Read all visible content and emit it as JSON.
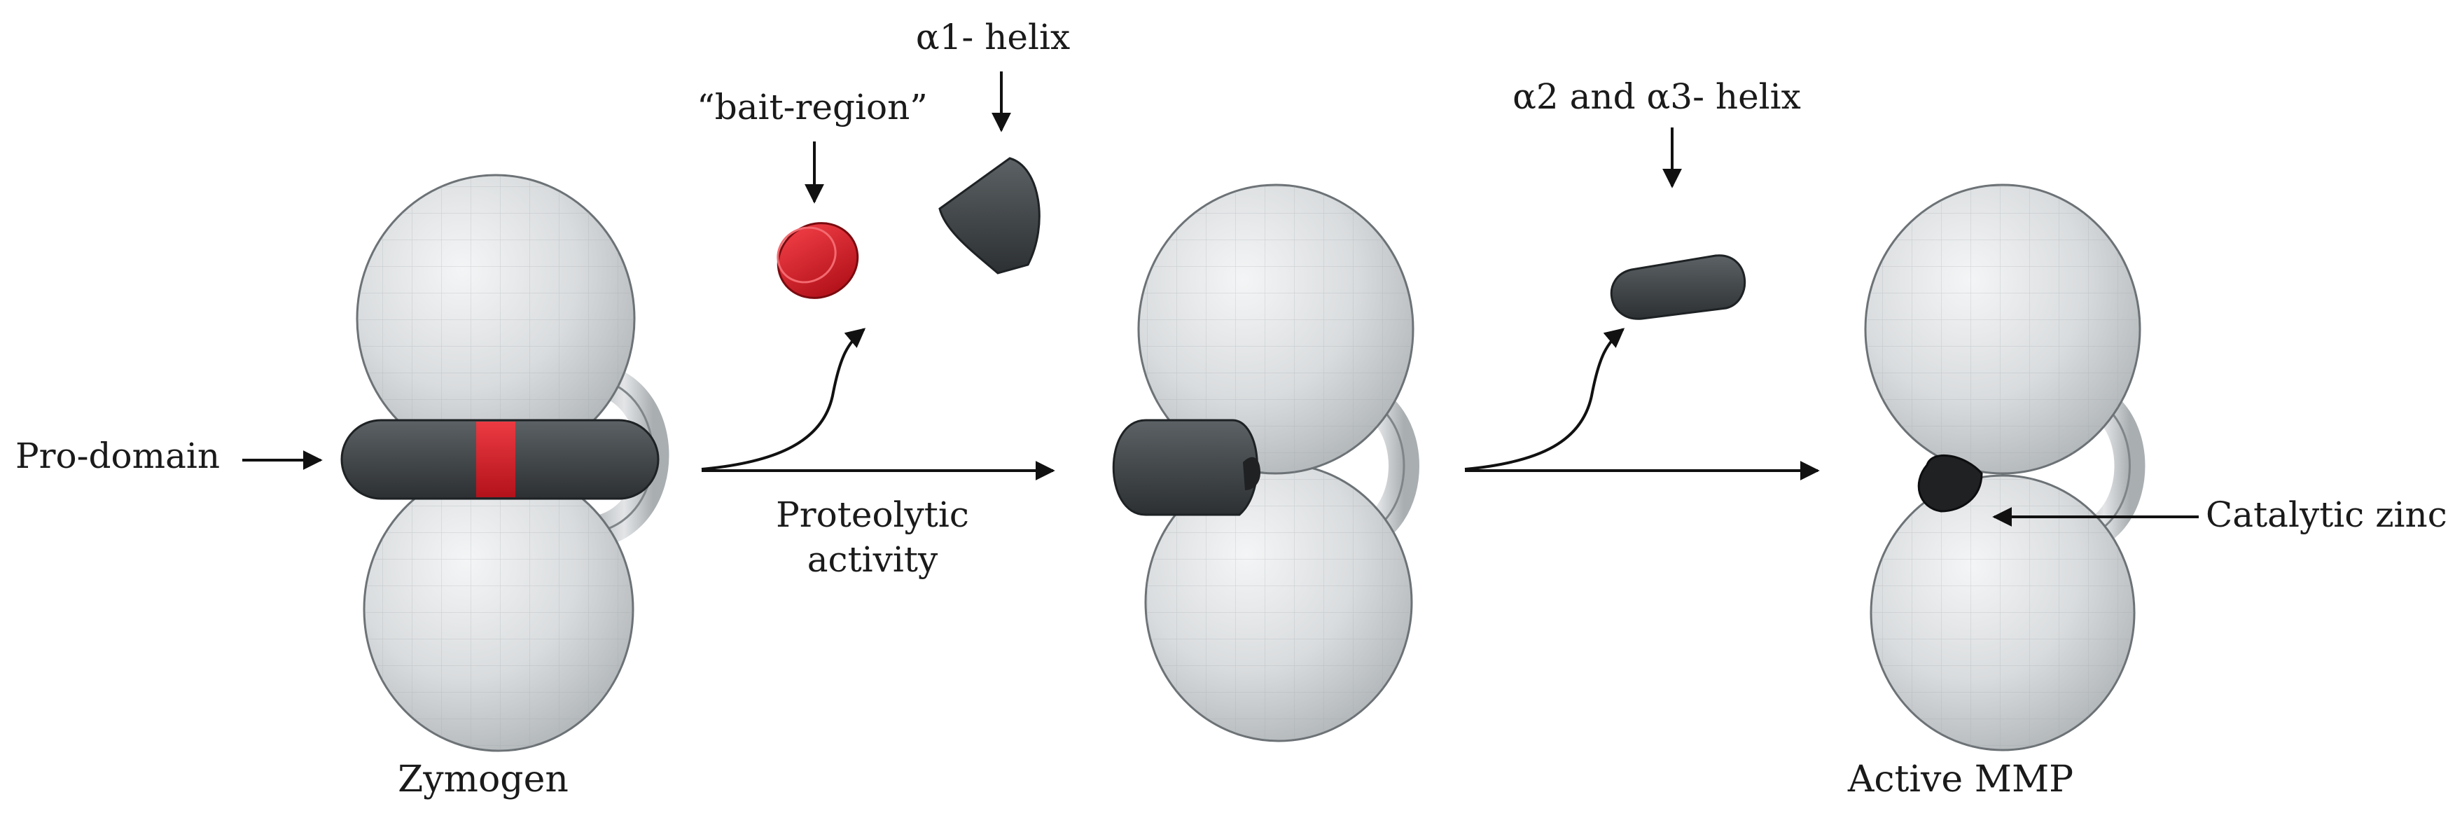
{
  "labels": {
    "pro_domain": "Pro-domain",
    "bait_region": "“bait-region”",
    "alpha1": "α1- helix",
    "alpha23": "α2 and α3- helix",
    "proteolytic_line1": "Proteolytic",
    "proteolytic_line2": "activity",
    "catalytic_zinc": "Catalytic  zinc",
    "zymogen": "Zymogen",
    "active_mmp": "Active MMP"
  },
  "colors": {
    "sphere": "#cdd0d2",
    "prodomain": "#3e4346",
    "bait": "#d6202a",
    "zinc": "#1f2123",
    "ring": "#c6cacc"
  }
}
